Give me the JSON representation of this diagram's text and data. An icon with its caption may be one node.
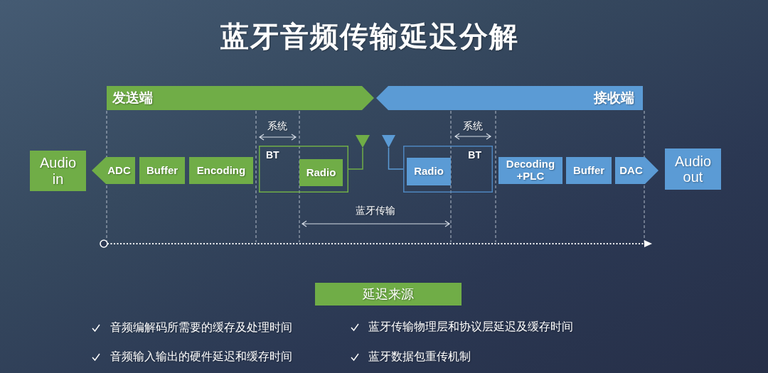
{
  "diagram": {
    "title": "蓝牙音频传输延迟分解",
    "nodes": [
      {
        "text": [
          "发送端"
        ]
      },
      {
        "text": [
          "接收端"
        ]
      },
      {
        "text": [
          "Audio in"
        ]
      },
      {
        "text": [
          "ADC"
        ]
      },
      {
        "text": [
          "Buffer"
        ]
      },
      {
        "text": [
          "Encoding"
        ]
      },
      {
        "text": [
          "BT"
        ]
      },
      {
        "text": [
          "Radio"
        ],
        "in": 6
      },
      {
        "text": [],
        "shape": "antenna"
      },
      {
        "text": [],
        "shape": "antenna"
      },
      {
        "text": [
          "BT"
        ]
      },
      {
        "text": [
          "Radio"
        ],
        "in": 10
      },
      {
        "text": [
          "Decoding +PLC"
        ]
      },
      {
        "text": [
          "Buffer"
        ]
      },
      {
        "text": [
          "DAC"
        ]
      },
      {
        "text": [
          "Audio out"
        ]
      },
      {
        "text": [
          "延迟来源"
        ]
      }
    ],
    "edges": [
      {
        "from": 6,
        "to": 8,
        "arrow": "none",
        "color": "#70ad47"
      },
      {
        "from": 9,
        "to": 10,
        "arrow": "none",
        "color": "#5b9bd5"
      }
    ],
    "labels": [
      "系统",
      "系统",
      "蓝牙传输",
      "音频编解码所需要的缓存及处理时间",
      "蓝牙传输物理层和协议层延迟及缓存时间",
      "音频输入输出的硬件延迟和缓存时间",
      "蓝牙数据包重传机制"
    ]
  }
}
